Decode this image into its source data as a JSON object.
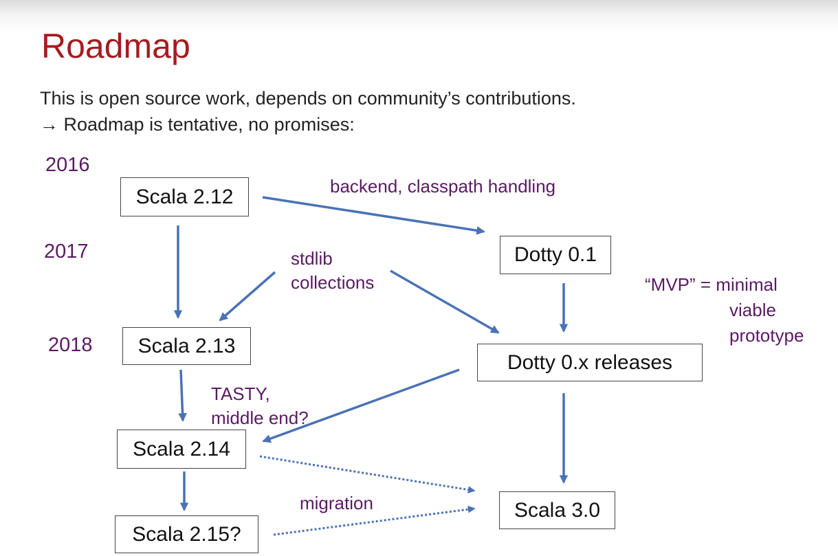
{
  "title": "Roadmap",
  "intro": {
    "line1": "This is open source work, depends on community’s contributions.",
    "line2": "→ Roadmap is tentative, no promises:"
  },
  "years": [
    "2016",
    "2017",
    "2018"
  ],
  "nodes": {
    "scala_212": "Scala 2.12",
    "scala_213": "Scala 2.13",
    "scala_214": "Scala 2.14",
    "scala_215": "Scala 2.15?",
    "dotty_01": "Dotty 0.1",
    "dotty_0x": "Dotty 0.x releases",
    "scala_30": "Scala 3.0"
  },
  "labels": {
    "backend": "backend, classpath handling",
    "stdlib_1": "stdlib",
    "stdlib_2": "collections",
    "tasty_1": "TASTY,",
    "tasty_2": "middle end?",
    "mvp_1": "“MVP” = minimal",
    "mvp_2": "viable",
    "mvp_3": "prototype",
    "migration": "migration"
  },
  "colors": {
    "title": "#a61b20",
    "annotation": "#5a1a63",
    "arrow": "#4a72b5"
  }
}
